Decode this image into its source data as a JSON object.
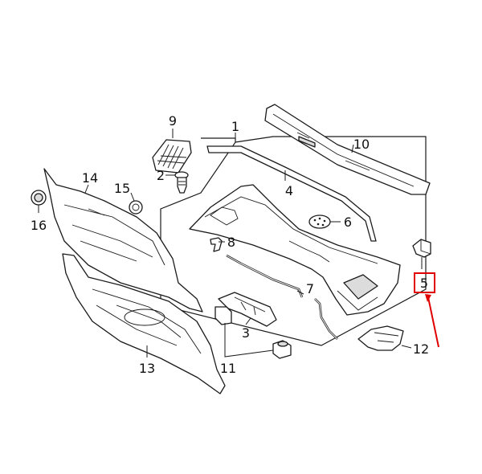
{
  "callouts": [
    {
      "id": "c1",
      "label": "1"
    },
    {
      "id": "c2",
      "label": "2"
    },
    {
      "id": "c3",
      "label": "3"
    },
    {
      "id": "c4",
      "label": "4"
    },
    {
      "id": "c5",
      "label": "5"
    },
    {
      "id": "c6",
      "label": "6"
    },
    {
      "id": "c7",
      "label": "7"
    },
    {
      "id": "c8",
      "label": "8"
    },
    {
      "id": "c9",
      "label": "9"
    },
    {
      "id": "c10",
      "label": "10"
    },
    {
      "id": "c11",
      "label": "11"
    },
    {
      "id": "c12",
      "label": "12"
    },
    {
      "id": "c13",
      "label": "13"
    },
    {
      "id": "c14",
      "label": "14"
    },
    {
      "id": "c15",
      "label": "15"
    },
    {
      "id": "c16",
      "label": "16"
    }
  ],
  "highlight": {
    "callout": "5",
    "color": "#e00000"
  }
}
